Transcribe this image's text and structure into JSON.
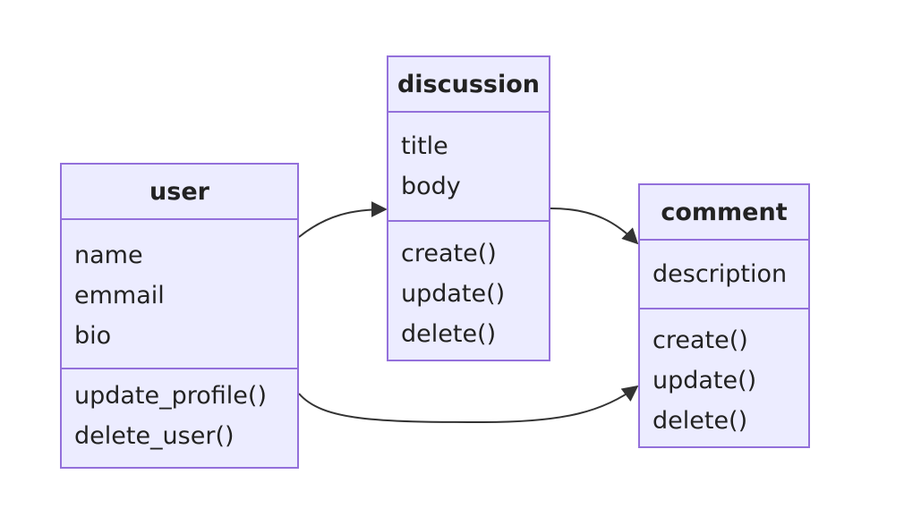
{
  "classes": [
    {
      "id": "user",
      "name": "user",
      "attributes": [
        "name",
        "emmail",
        "bio"
      ],
      "methods": [
        "update_profile()",
        "delete_user()"
      ]
    },
    {
      "id": "discussion",
      "name": "discussion",
      "attributes": [
        "title",
        "body"
      ],
      "methods": [
        "create()",
        "update()",
        "delete()"
      ]
    },
    {
      "id": "comment",
      "name": "comment",
      "attributes": [
        "description"
      ],
      "methods": [
        "create()",
        "update()",
        "delete()"
      ]
    }
  ],
  "relations": [
    {
      "from": "user",
      "to": "discussion"
    },
    {
      "from": "discussion",
      "to": "comment"
    },
    {
      "from": "user",
      "to": "comment"
    }
  ],
  "colors": {
    "node_fill": "#ececff",
    "node_border": "#9370db",
    "edge": "#333333",
    "text": "#222222"
  }
}
